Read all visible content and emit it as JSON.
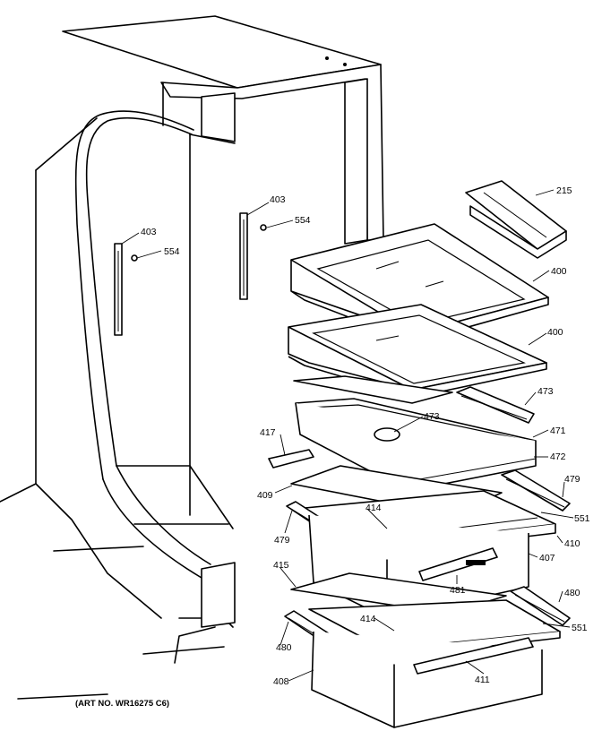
{
  "art_number": "(ART NO. WR16275 C6)",
  "callouts": {
    "c215": "215",
    "c400a": "400",
    "c400b": "400",
    "c403a": "403",
    "c403b": "403",
    "c554a": "554",
    "c554b": "554",
    "c473a": "473",
    "c473b": "473",
    "c471": "471",
    "c472": "472",
    "c417": "417",
    "c409": "409",
    "c479a": "479",
    "c479b": "479",
    "c414a": "414",
    "c414b": "414",
    "c551a": "551",
    "c551b": "551",
    "c410": "410",
    "c407": "407",
    "c415": "415",
    "c481": "481",
    "c480a": "480",
    "c480b": "480",
    "c408": "408",
    "c411": "411"
  }
}
